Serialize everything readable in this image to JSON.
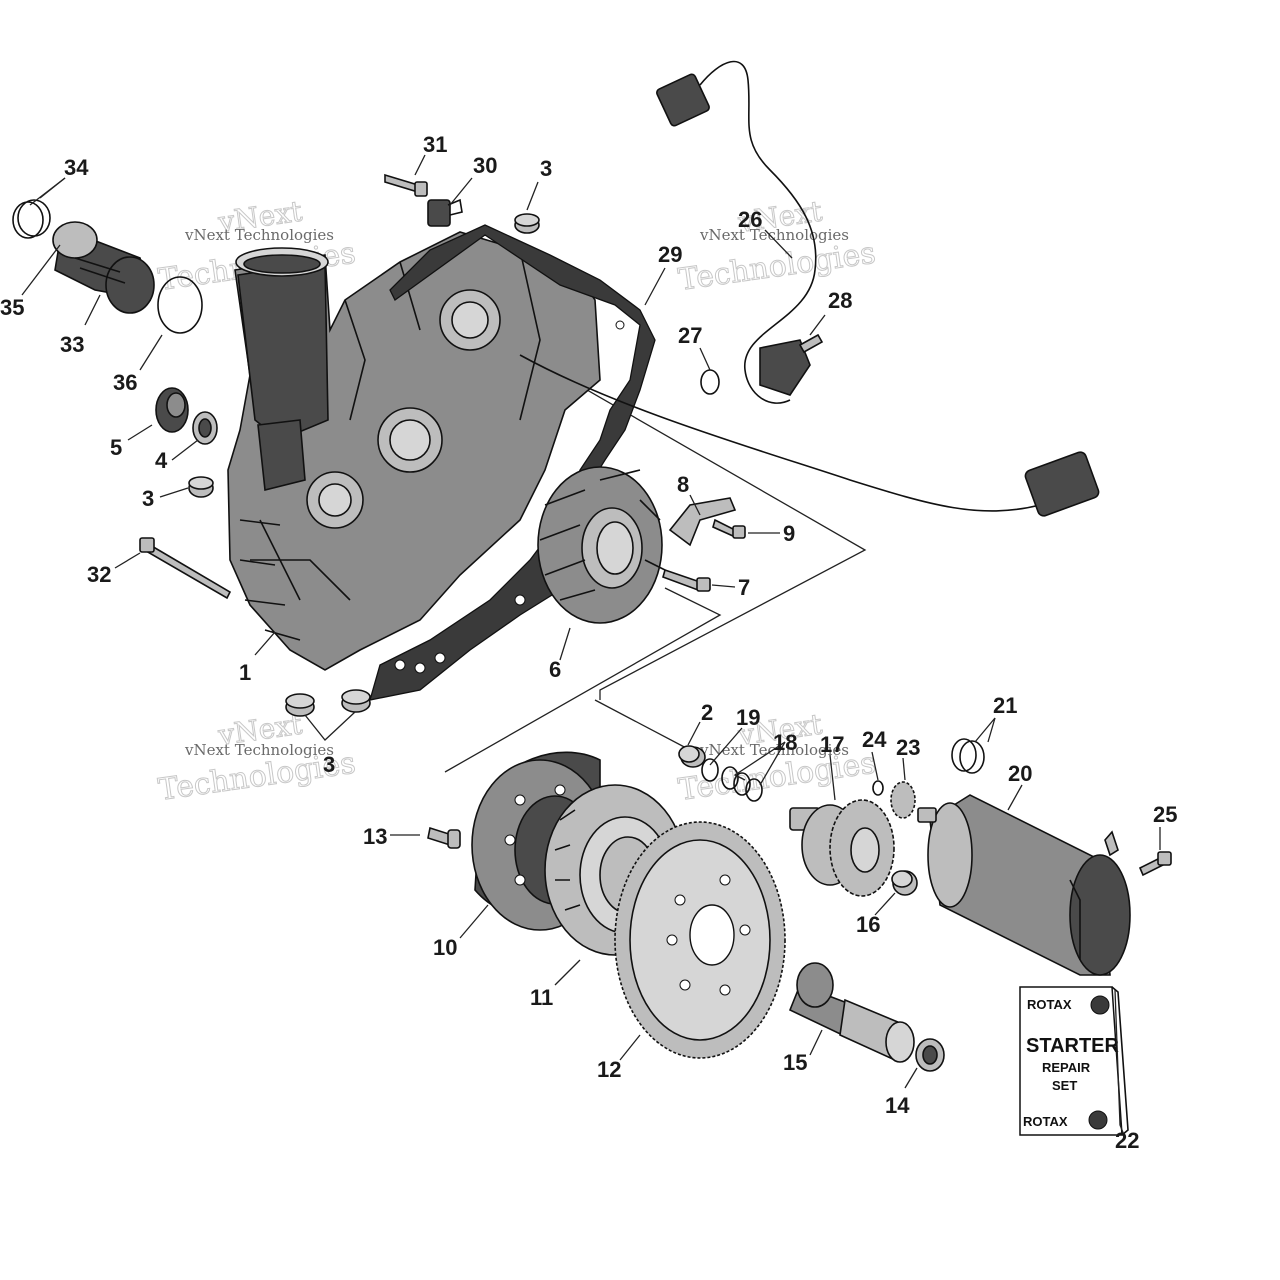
{
  "watermark": {
    "line1": "vNext",
    "line2": "Technologies",
    "small": "vNext Technologies"
  },
  "callouts": [
    {
      "id": "c1",
      "text": "1"
    },
    {
      "id": "c2",
      "text": "2"
    },
    {
      "id": "c3a",
      "text": "3"
    },
    {
      "id": "c3b",
      "text": "3"
    },
    {
      "id": "c3c",
      "text": "3"
    },
    {
      "id": "c4",
      "text": "4"
    },
    {
      "id": "c5",
      "text": "5"
    },
    {
      "id": "c6",
      "text": "6"
    },
    {
      "id": "c7",
      "text": "7"
    },
    {
      "id": "c8",
      "text": "8"
    },
    {
      "id": "c9",
      "text": "9"
    },
    {
      "id": "c10",
      "text": "10"
    },
    {
      "id": "c11",
      "text": "11"
    },
    {
      "id": "c12",
      "text": "12"
    },
    {
      "id": "c13",
      "text": "13"
    },
    {
      "id": "c14",
      "text": "14"
    },
    {
      "id": "c15",
      "text": "15"
    },
    {
      "id": "c16",
      "text": "16"
    },
    {
      "id": "c17",
      "text": "17"
    },
    {
      "id": "c18",
      "text": "18"
    },
    {
      "id": "c19",
      "text": "19"
    },
    {
      "id": "c20",
      "text": "20"
    },
    {
      "id": "c21",
      "text": "21"
    },
    {
      "id": "c22",
      "text": "22"
    },
    {
      "id": "c23",
      "text": "23"
    },
    {
      "id": "c24",
      "text": "24"
    },
    {
      "id": "c25",
      "text": "25"
    },
    {
      "id": "c26",
      "text": "26"
    },
    {
      "id": "c27",
      "text": "27"
    },
    {
      "id": "c28",
      "text": "28"
    },
    {
      "id": "c29",
      "text": "29"
    },
    {
      "id": "c30",
      "text": "30"
    },
    {
      "id": "c31",
      "text": "31"
    },
    {
      "id": "c32",
      "text": "32"
    },
    {
      "id": "c33",
      "text": "33"
    },
    {
      "id": "c34",
      "text": "34"
    },
    {
      "id": "c35",
      "text": "35"
    },
    {
      "id": "c36",
      "text": "36"
    }
  ],
  "repair_card": {
    "brand": "ROTAX",
    "title": "STARTER",
    "line2": "REPAIR",
    "line3": "SET"
  },
  "colors": {
    "ink": "#111111",
    "dark_part": "#4a4a4a",
    "mid_part": "#8c8c8c",
    "light_part": "#bdbdbd",
    "watermark": "#c8c8c8"
  }
}
